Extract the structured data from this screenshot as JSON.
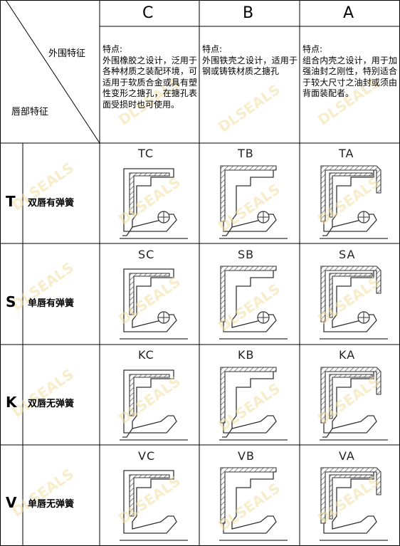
{
  "columns": [
    {
      "title": "C",
      "label": "特点:",
      "description": "外围橡胶之设计，泛用于各种材质之装配环境，可适用于软质合金或具有塑性变形之搪孔，在搪孔表面受损时也可使用。"
    },
    {
      "title": "B",
      "label": "特点:",
      "description": "外围铁壳之设计，适用于钢或铸铁材质之搪孔"
    },
    {
      "title": "A",
      "label": "特点:",
      "description": "组合内壳之设计，用于加强油封之刚性，特别适合于较大尺寸之油封或须由背面装配者。"
    }
  ],
  "corner": {
    "outer_label": "外围特征",
    "lip_label": "唇部特征"
  },
  "rows": [
    {
      "code": "T",
      "title": "双唇有弹簧",
      "cells": [
        "TC",
        "TB",
        "TA"
      ]
    },
    {
      "code": "S",
      "title": "单唇有弹簧",
      "cells": [
        "SC",
        "SB",
        "SA"
      ]
    },
    {
      "code": "K",
      "title": "双唇无弹簧",
      "cells": [
        "KC",
        "KB",
        "KA"
      ]
    },
    {
      "code": "V",
      "title": "单唇无弹簧",
      "cells": [
        "VC",
        "VB",
        "VA"
      ]
    }
  ],
  "watermark": "DLSEALS",
  "colors": {
    "grid": "#000000",
    "line": "#333333",
    "hatch": "#888888",
    "watermark": "#f2dfa0"
  }
}
